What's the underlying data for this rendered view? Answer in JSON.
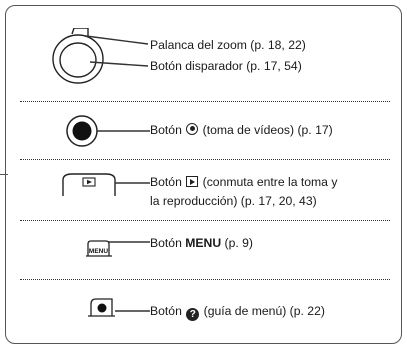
{
  "rows": [
    {
      "id": "zoom-shutter",
      "lines": [
        "Palanca del zoom (p. 18, 22)",
        "Botón disparador (p. 17, 54)"
      ],
      "icon": "zoom-lever-shutter-icon"
    },
    {
      "id": "movie",
      "prefix": "Botón",
      "suffix": "(toma de vídeos) (p. 17)",
      "icon": "movie-record-button-icon",
      "glyph": "record-glyph"
    },
    {
      "id": "playback",
      "prefix": "Botón",
      "suffix": "(conmuta entre la toma y",
      "line2": "la reproducción) (p. 17, 20, 43)",
      "icon": "playback-button-icon",
      "glyph": "play-glyph"
    },
    {
      "id": "menu",
      "prefix": "Botón",
      "bold": "MENU",
      "suffix": "(p. 9)",
      "icon": "menu-button-icon",
      "icon_text": "MENU"
    },
    {
      "id": "guide",
      "prefix": "Botón",
      "suffix": "(guía de menú) (p. 22)",
      "icon": "menu-guide-button-icon",
      "glyph": "question-glyph",
      "glyph_text": "?"
    }
  ]
}
